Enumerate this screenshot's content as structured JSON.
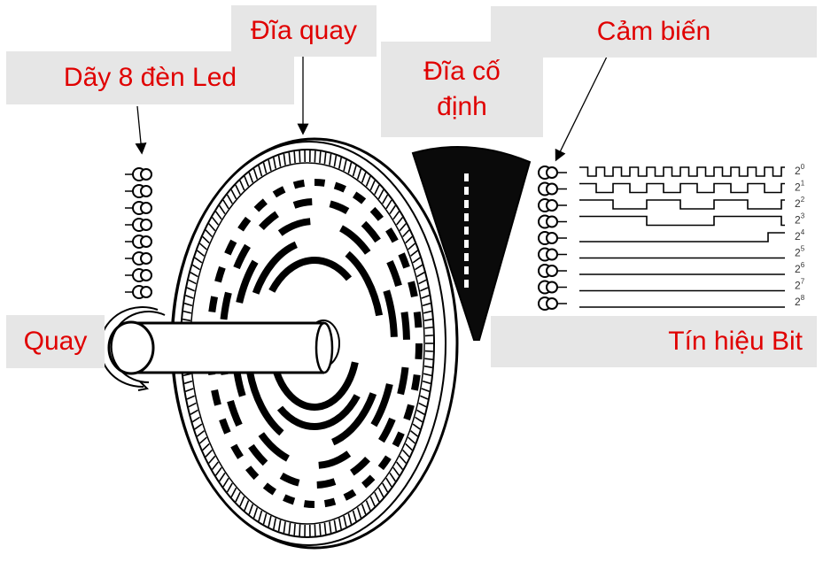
{
  "labels": {
    "rotating_disk": "Đĩa quay",
    "led_array": "Dãy 8 đèn Led",
    "fixed_disk_line1": "Đĩa cố",
    "fixed_disk_line2": "định",
    "sensor": "Cảm biến",
    "rotate": "Quay",
    "bit_signal": "Tín hiệu Bit"
  },
  "signal_exponents": [
    "0",
    "1",
    "2",
    "3",
    "4",
    "5",
    "6",
    "7",
    "8"
  ],
  "signal_base": "2",
  "colors": {
    "label_text": "#e00000",
    "label_bg": "#e6e6e6",
    "ink": "#000000"
  },
  "icons": {
    "led": "led-icon",
    "sensor": "sensor-icon"
  }
}
